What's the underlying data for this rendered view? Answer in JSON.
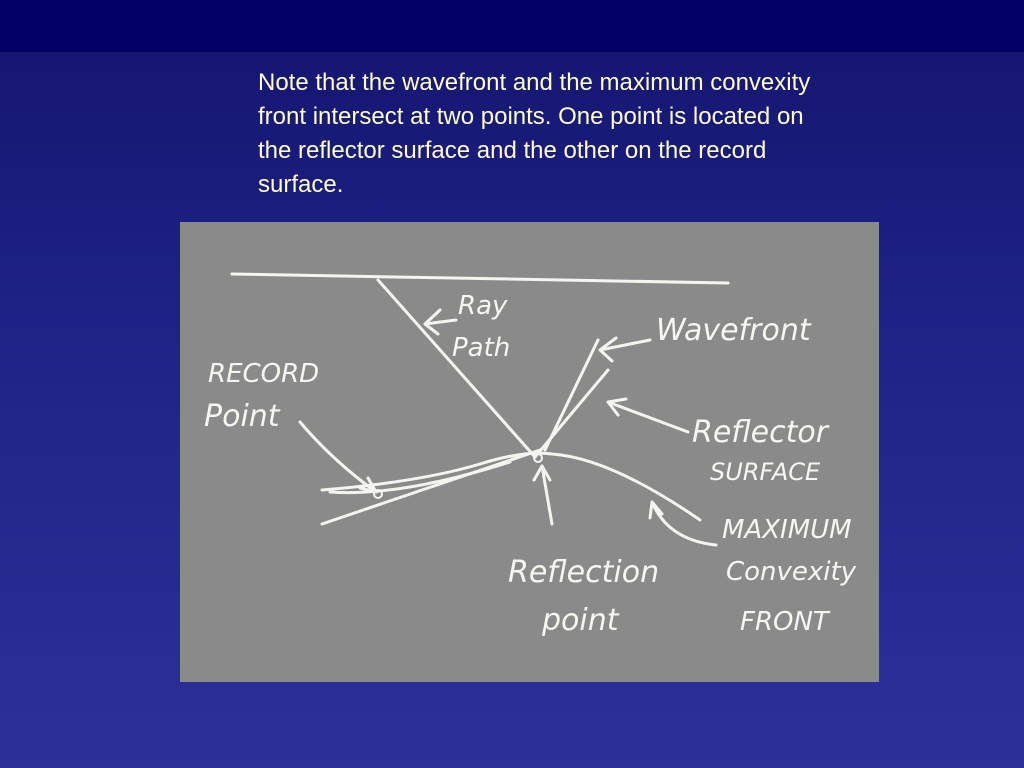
{
  "slide": {
    "caption": "Note that the wavefront and the maximum convexity front intersect at two points. One point is located on the reflector surface and the other on the record surface."
  },
  "diagram": {
    "labels": {
      "ray_line1": "Ray",
      "ray_line2": "Path",
      "wavefront": "Wavefront",
      "record_line1": "RECORD",
      "record_line2": "Point",
      "reflector_line1": "Reflector",
      "reflector_line2": "SURFACE",
      "max_line1": "MAXIMUM",
      "max_line2": "Convexity",
      "max_line3": "FRONT",
      "reflection_line1": "Reflection",
      "reflection_line2": "point"
    },
    "colors": {
      "background_top": "#000066",
      "caption_text": "#fffecb",
      "board": "#8a8a8a",
      "chalk": "#f4f4f0"
    }
  }
}
